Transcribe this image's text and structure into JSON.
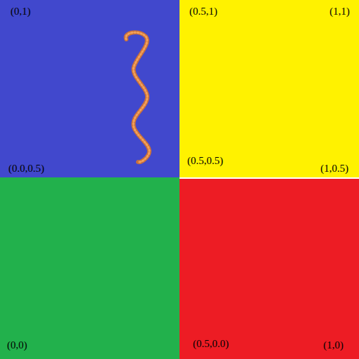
{
  "diagram": {
    "nodes": [
      {
        "text": [
          "(0,1)",
          "(0.0,0.5)"
        ]
      },
      {
        "text": [
          "(0.5,1)",
          "(1,1)",
          "(0.5,0.5)",
          "(1,0.5)"
        ]
      },
      {
        "text": [
          "(0,0)"
        ]
      },
      {
        "text": [
          "(0.5,0.0)",
          "(1,0)"
        ]
      }
    ]
  }
}
